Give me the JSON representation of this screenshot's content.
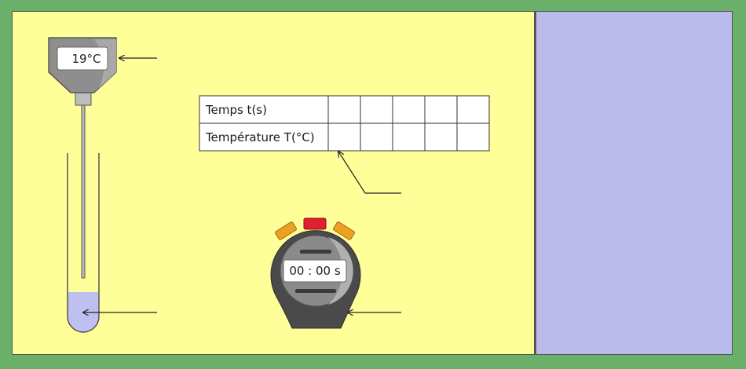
{
  "thermometer": {
    "reading": "19°C"
  },
  "stopwatch": {
    "reading": "00 : 00 s"
  },
  "table": {
    "rows": [
      {
        "header": "Temps t(s)",
        "cells": [
          "",
          "",
          "",
          "",
          ""
        ]
      },
      {
        "header": "Température T(°C)",
        "cells": [
          "",
          "",
          "",
          "",
          ""
        ]
      }
    ]
  },
  "colors": {
    "frame": "#6ab06a",
    "stage": "#ffff99",
    "side_panel": "#babbeb",
    "liquid": "#c0c0f0",
    "stopwatch_button": "#e02030",
    "stopwatch_ears": "#f0a020",
    "device_body": "#4a4a4a"
  }
}
